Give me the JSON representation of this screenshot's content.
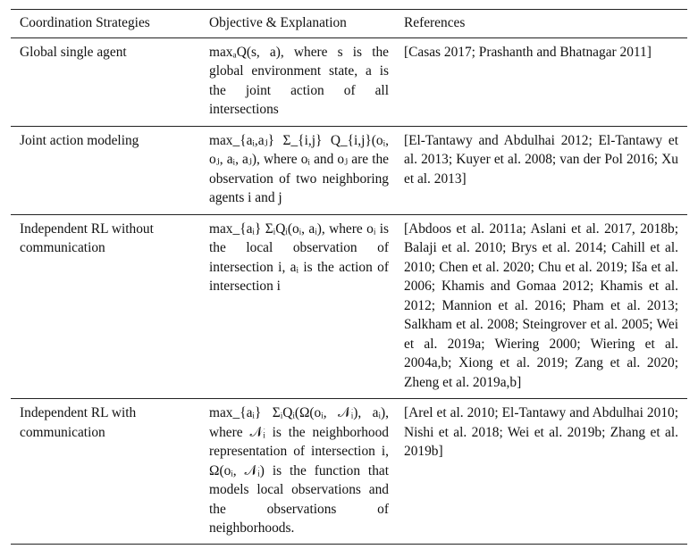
{
  "table": {
    "headers": [
      "Coordination Strategies",
      "Objective & Explanation",
      "References"
    ],
    "rows": [
      {
        "strategy": "Global single agent",
        "objective": "maxₐQ(s, a), where s is the global environment state, a is the joint action of all intersections",
        "references": "[Casas 2017; Prashanth and Bhatnagar 2011]"
      },
      {
        "strategy": "Joint action modeling",
        "objective": "max_{aᵢ,aⱼ} Σ_{i,j} Q_{i,j}(oᵢ, oⱼ, aᵢ, aⱼ), where oᵢ and oⱼ are the observation of two neighboring agents i and j",
        "references": "[El-Tantawy and Abdulhai 2012; El-Tantawy et al. 2013; Kuyer et al. 2008; van der Pol 2016; Xu et al. 2013]"
      },
      {
        "strategy": "Independent RL without communication",
        "objective": "max_{aᵢ} ΣᵢQᵢ(oᵢ, aᵢ), where oᵢ is the local observation of intersection i, aᵢ is the action of intersection i",
        "references": "[Abdoos et al. 2011a; Aslani et al. 2017, 2018b; Balaji et al. 2010; Brys et al. 2014; Cahill et al. 2010; Chen et al. 2020; Chu et al. 2019; Iša et al. 2006; Khamis and Gomaa 2012; Khamis et al. 2012; Mannion et al. 2016; Pham et al. 2013; Salkham et al. 2008; Steingrover et al. 2005; Wei et al. 2019a; Wiering 2000; Wiering et al. 2004a,b; Xiong et al. 2019; Zang et al. 2020; Zheng et al. 2019a,b]"
      },
      {
        "strategy": "Independent RL with communication",
        "objective": "max_{aᵢ} ΣᵢQᵢ(Ω(oᵢ, 𝒩ᵢ), aᵢ), where 𝒩ᵢ is the neighborhood representation of intersection i, Ω(oᵢ, 𝒩ᵢ) is the function that models local observations and the observations of neighborhoods.",
        "references": "[Arel et al. 2010; El-Tantawy and Abdulhai 2010; Nishi et al. 2018; Wei et al. 2019b; Zhang et al. 2019b]"
      }
    ]
  }
}
